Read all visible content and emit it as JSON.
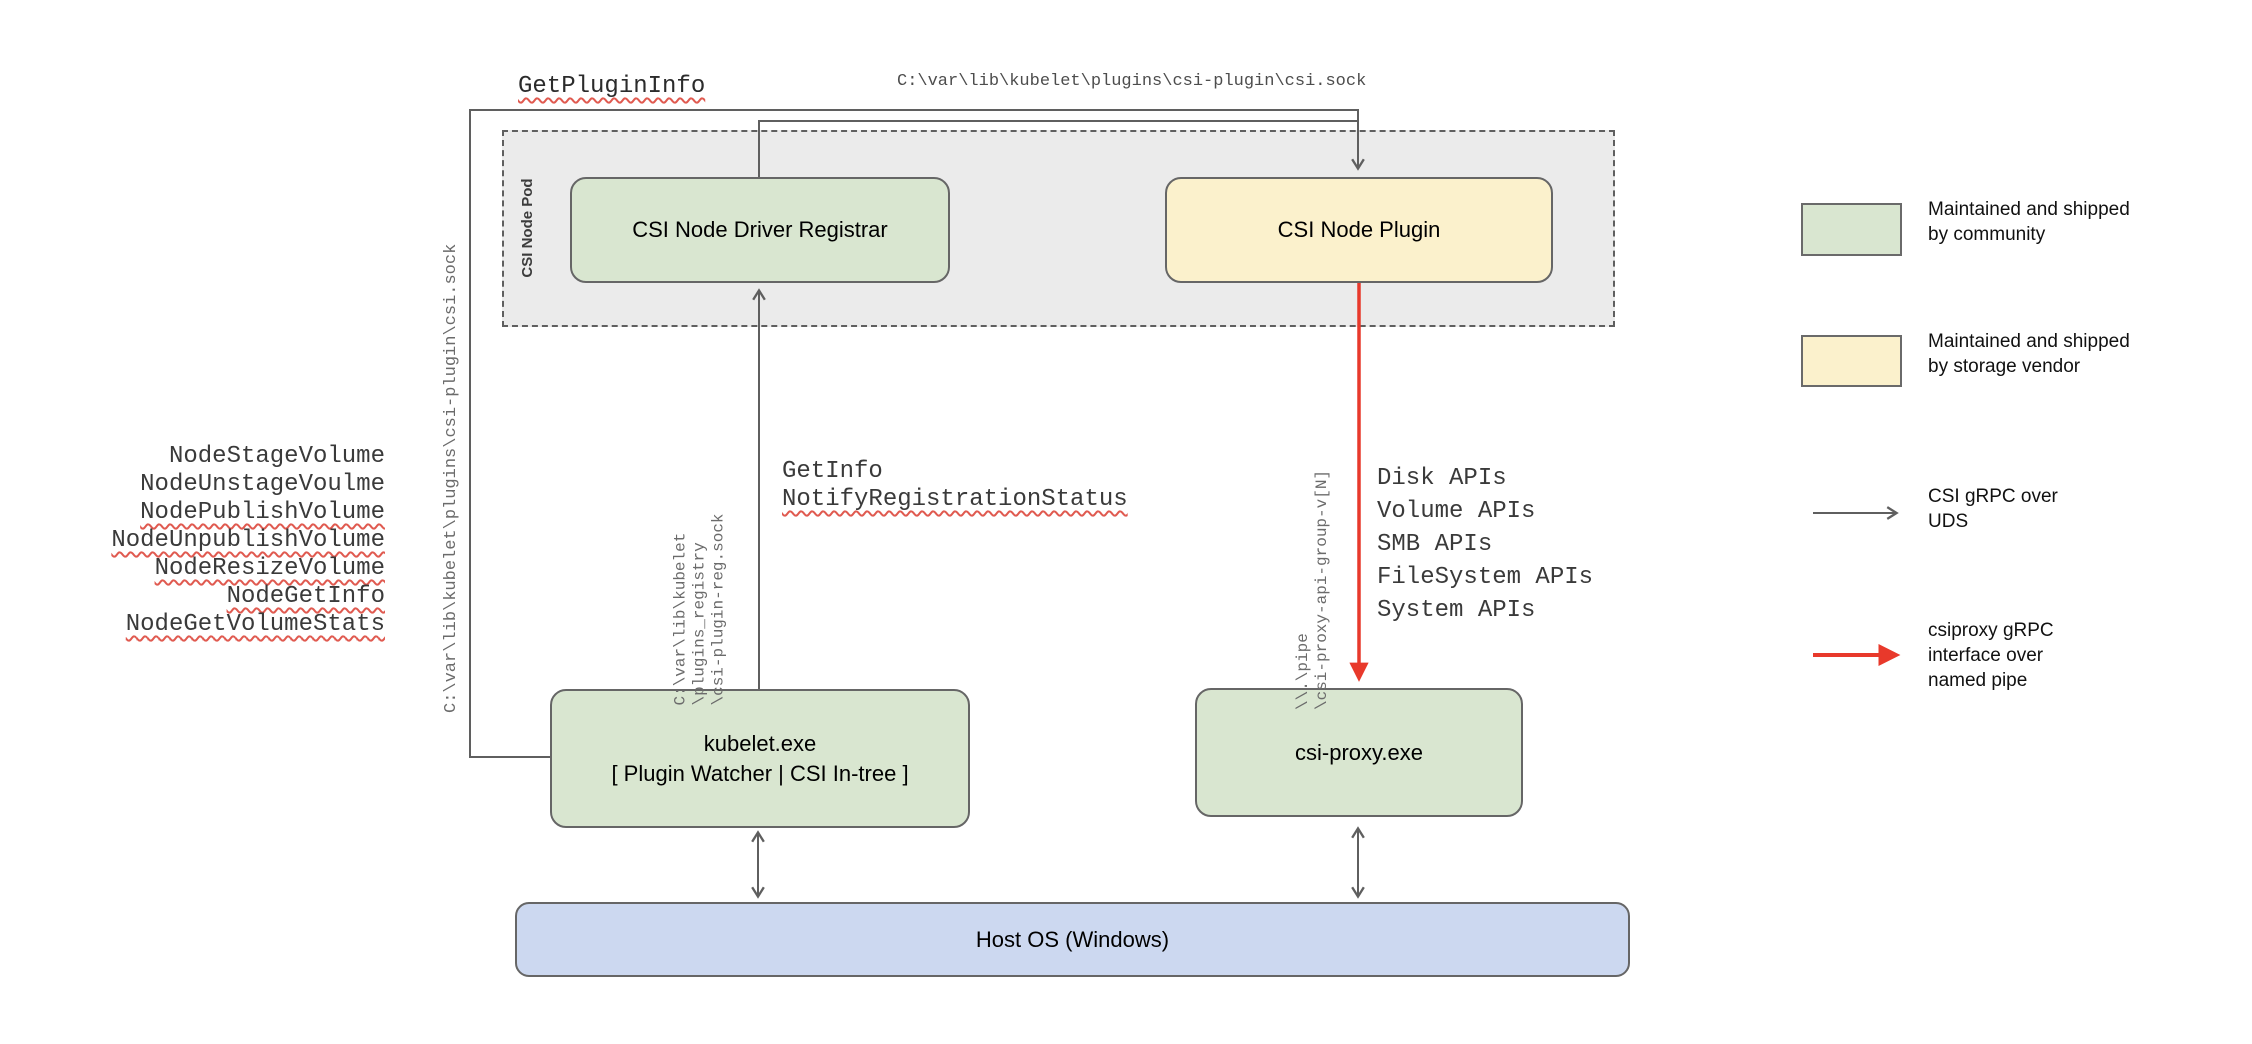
{
  "colors": {
    "community_green": "#d9e6d0",
    "vendor_yellow": "#fbf1cc",
    "host_blue": "#ccd8f0",
    "pod_gray": "#ebebeb",
    "line_gray": "#5f5f5f",
    "accent_red": "#e8392b",
    "squiggle_red": "#e05a50"
  },
  "boxes": {
    "pod_label": "CSI Node Pod",
    "registrar": "CSI Node Driver Registrar",
    "plugin": "CSI Node Plugin",
    "kubelet": "kubelet.exe\n[ Plugin Watcher | CSI In-tree ]",
    "csi_proxy": "csi-proxy.exe",
    "host_os": "Host OS (Windows)"
  },
  "labels": {
    "get_plugin_info": "GetPluginInfo",
    "top_socket_path": "C:\\var\\lib\\kubelet\\plugins\\csi-plugin\\csi.sock",
    "left_socket_path": "C:\\var\\lib\\kubelet\\plugins\\csi-plugin\\csi.sock",
    "registry_socket_path": "C:\\var\\lib\\kubelet\n\\plugins_registry\n\\csi-plugin-reg.sock",
    "named_pipe_path": "\\\\.\\pipe\n\\csi-proxy-api-group-v[N]",
    "get_info": "GetInfo",
    "notify_registration_status": "NotifyRegistrationStatus"
  },
  "node_calls": [
    {
      "label": "NodeStageVolume",
      "squiggle": false
    },
    {
      "label": "NodeUnstageVoulme",
      "squiggle": false
    },
    {
      "label": "NodePublishVolume",
      "squiggle": true
    },
    {
      "label": "NodeUnpublishVolume",
      "squiggle": true
    },
    {
      "label": "NodeResizeVolume",
      "squiggle": true
    },
    {
      "label": "NodeGetInfo",
      "squiggle": true
    },
    {
      "label": "NodeGetVolumeStats",
      "squiggle": true
    }
  ],
  "proxy_apis": [
    "Disk APIs",
    "Volume APIs",
    "SMB APIs",
    "FileSystem APIs",
    "System APIs"
  ],
  "legend": {
    "items": [
      {
        "swatch": "community-box",
        "label": "Maintained and shipped\nby community"
      },
      {
        "swatch": "vendor-box",
        "label": "Maintained and shipped\nby storage vendor"
      },
      {
        "swatch": "uds-arrow",
        "label": "CSI gRPC over\nUDS"
      },
      {
        "swatch": "pipe-arrow",
        "label": "csiproxy gRPC\ninterface over\nnamed pipe"
      }
    ]
  }
}
